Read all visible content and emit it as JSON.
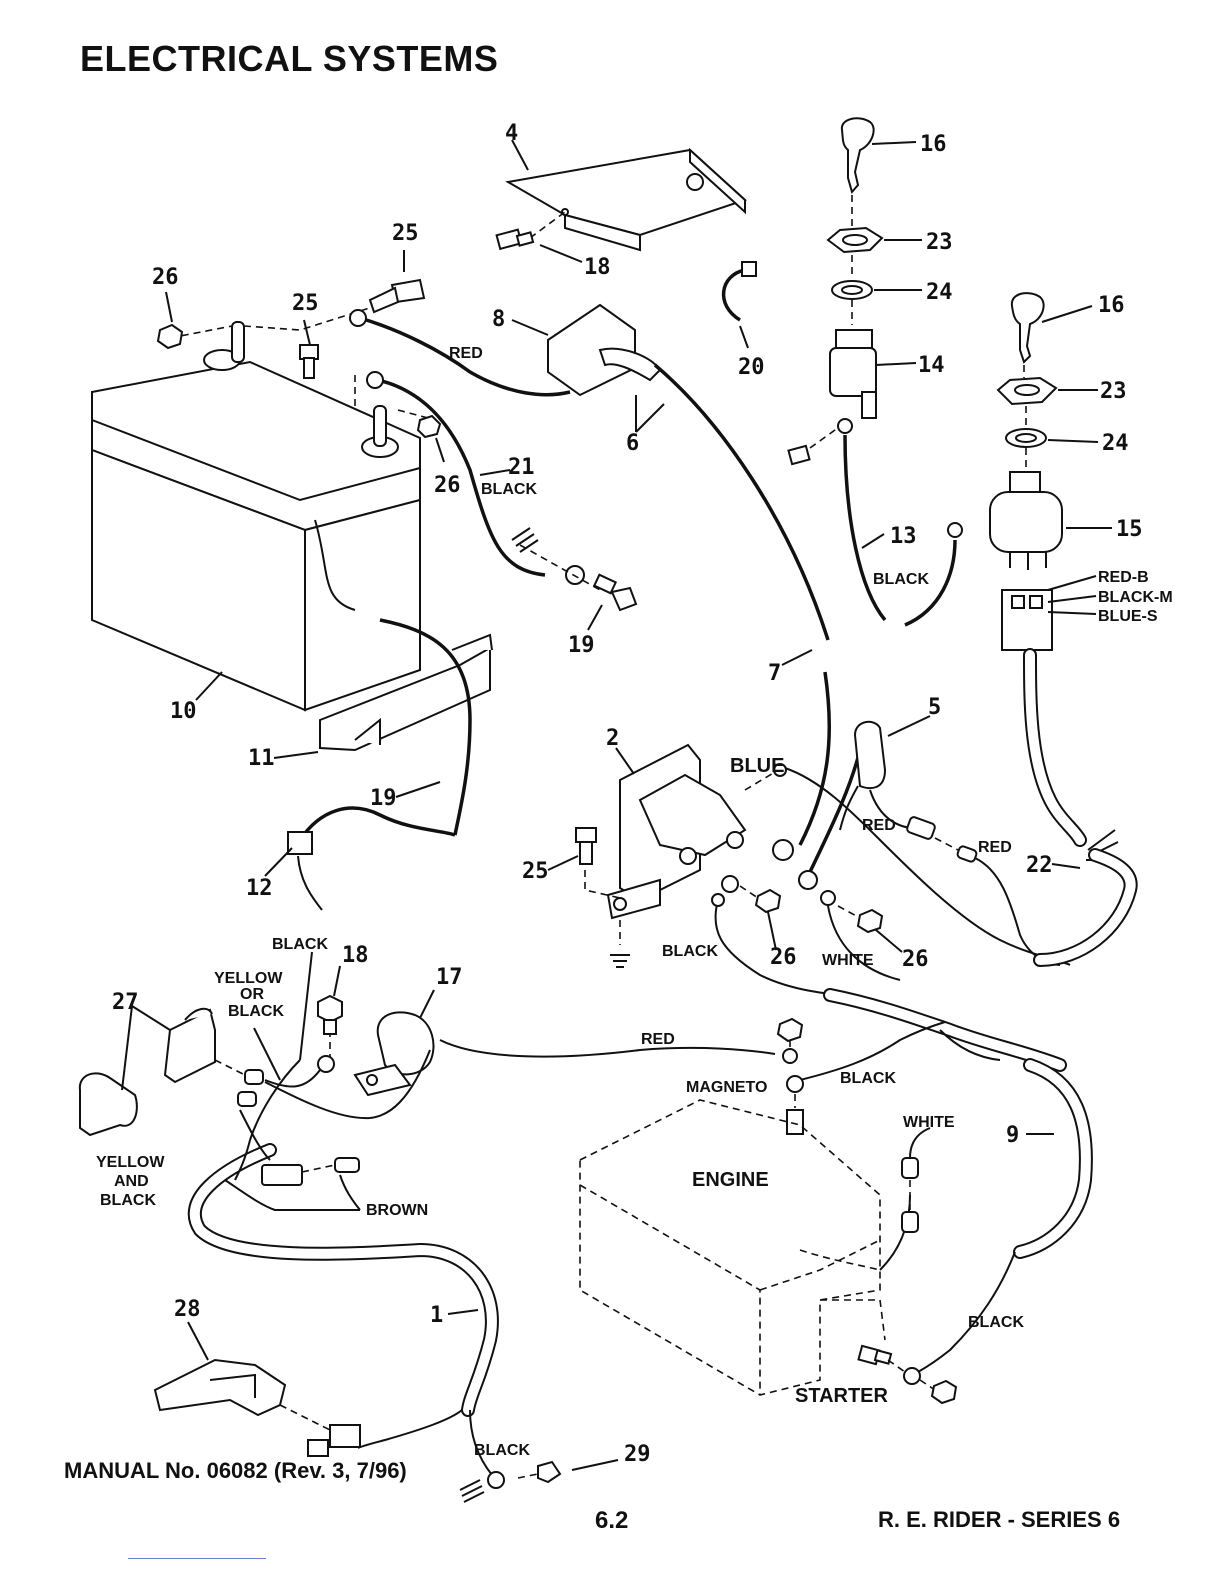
{
  "page": {
    "title": "ELECTRICAL SYSTEMS",
    "footer_left": "MANUAL No. 06082 (Rev. 3, 7/96)",
    "footer_center": "6.2",
    "footer_right": "R. E. RIDER - SERIES 6"
  },
  "callouts": {
    "n1": "1",
    "n2": "2",
    "n4": "4",
    "n5": "5",
    "n6": "6",
    "n7": "7",
    "n8": "8",
    "n9": "9",
    "n10": "10",
    "n11": "11",
    "n12": "12",
    "n13": "13",
    "n14": "14",
    "n15": "15",
    "n16a": "16",
    "n16b": "16",
    "n17": "17",
    "n18a": "18",
    "n18b": "18",
    "n19a": "19",
    "n19b": "19",
    "n20": "20",
    "n21": "21",
    "n22": "22",
    "n23a": "23",
    "n23b": "23",
    "n24a": "24",
    "n24b": "24",
    "n25a": "25",
    "n25b": "25",
    "n25c": "25",
    "n26a": "26",
    "n26b": "26",
    "n26c": "26",
    "n26d": "26",
    "n27": "27",
    "n28": "28",
    "n29": "29"
  },
  "labels": {
    "red_top": "RED",
    "black_21": "BLACK",
    "black_13": "BLACK",
    "red_b": "RED-B",
    "black_m": "BLACK-M",
    "blue_s": "BLUE-S",
    "blue": "BLUE",
    "red_5a": "RED",
    "red_5b": "RED",
    "black_sol": "BLACK",
    "white_sol": "WHITE",
    "black_top_left": "BLACK",
    "yellow_or_black_1": "YELLOW",
    "yellow_or_black_2": "OR",
    "yellow_or_black_3": "BLACK",
    "red_mid": "RED",
    "magneto": "MAGNETO",
    "black_magneto": "BLACK",
    "white_engine": "WHITE",
    "engine": "ENGINE",
    "yellow_and_black_1": "YELLOW",
    "yellow_and_black_2": "AND",
    "yellow_and_black_3": "BLACK",
    "brown": "BROWN",
    "black_starter": "BLACK",
    "starter": "STARTER",
    "black_bottom": "BLACK"
  }
}
